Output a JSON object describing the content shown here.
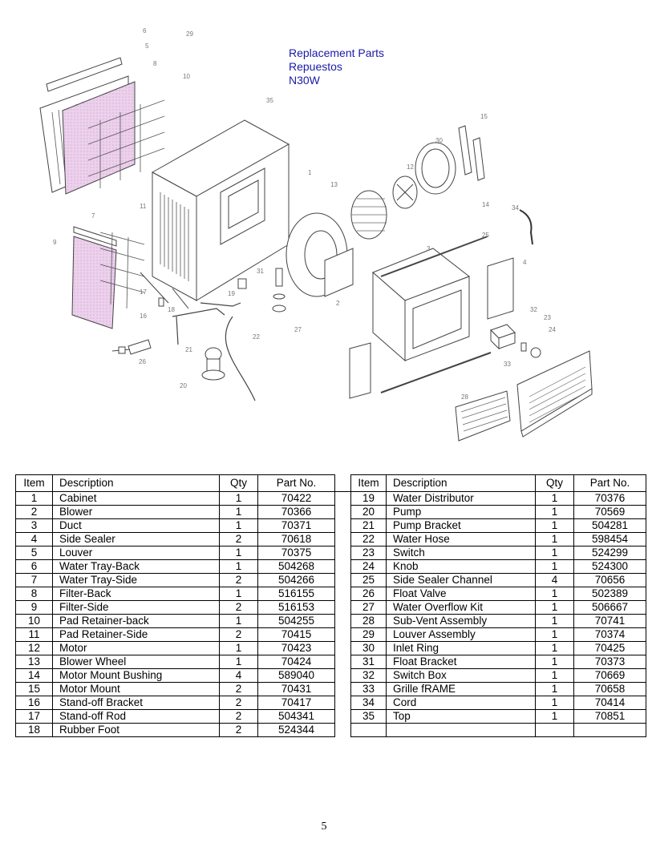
{
  "title": {
    "line1": "Replacement Parts",
    "line2": "Repuestos",
    "line3": "N30W"
  },
  "diagram": {
    "callouts": [
      "6",
      "29",
      "5",
      "8",
      "10",
      "35",
      "1",
      "15",
      "30",
      "12",
      "13",
      "14",
      "34",
      "7",
      "11",
      "3",
      "25",
      "4",
      "9",
      "31",
      "17",
      "19",
      "2",
      "32",
      "23",
      "24",
      "16",
      "18",
      "27",
      "22",
      "21",
      "33",
      "26",
      "20",
      "28"
    ]
  },
  "table": {
    "headers": {
      "item": "Item",
      "description": "Description",
      "qty": "Qty",
      "part_no": "Part No."
    },
    "rows": [
      {
        "left": {
          "item": "1",
          "description": "Cabinet",
          "qty": "1",
          "part_no": "70422"
        },
        "right": {
          "item": "19",
          "description": "Water Distributor",
          "qty": "1",
          "part_no": "70376"
        }
      },
      {
        "left": {
          "item": "2",
          "description": "Blower",
          "qty": "1",
          "part_no": "70366"
        },
        "right": {
          "item": "20",
          "description": "Pump",
          "qty": "1",
          "part_no": "70569"
        }
      },
      {
        "left": {
          "item": "3",
          "description": "Duct",
          "qty": "1",
          "part_no": "70371"
        },
        "right": {
          "item": "21",
          "description": "Pump Bracket",
          "qty": "1",
          "part_no": "504281"
        }
      },
      {
        "left": {
          "item": "4",
          "description": "Side Sealer",
          "qty": "2",
          "part_no": "70618"
        },
        "right": {
          "item": "22",
          "description": "Water Hose",
          "qty": "1",
          "part_no": "598454"
        }
      },
      {
        "left": {
          "item": "5",
          "description": "Louver",
          "qty": "1",
          "part_no": "70375"
        },
        "right": {
          "item": "23",
          "description": "Switch",
          "qty": "1",
          "part_no": "524299"
        }
      },
      {
        "left": {
          "item": "6",
          "description": "Water Tray-Back",
          "qty": "1",
          "part_no": "504268"
        },
        "right": {
          "item": "24",
          "description": "Knob",
          "qty": "1",
          "part_no": "524300"
        }
      },
      {
        "left": {
          "item": "7",
          "description": "Water Tray-Side",
          "qty": "2",
          "part_no": "504266"
        },
        "right": {
          "item": "25",
          "description": "Side Sealer Channel",
          "qty": "4",
          "part_no": "70656"
        }
      },
      {
        "left": {
          "item": "8",
          "description": "Filter-Back",
          "qty": "1",
          "part_no": "516155"
        },
        "right": {
          "item": "26",
          "description": "Float Valve",
          "qty": "1",
          "part_no": "502389"
        }
      },
      {
        "left": {
          "item": "9",
          "description": "Filter-Side",
          "qty": "2",
          "part_no": "516153"
        },
        "right": {
          "item": "27",
          "description": "Water Overflow Kit",
          "qty": "1",
          "part_no": "506667"
        }
      },
      {
        "left": {
          "item": "10",
          "description": "Pad Retainer-back",
          "qty": "1",
          "part_no": "504255"
        },
        "right": {
          "item": "28",
          "description": "Sub-Vent Assembly",
          "qty": "1",
          "part_no": "70741"
        }
      },
      {
        "left": {
          "item": "11",
          "description": "Pad Retainer-Side",
          "qty": "2",
          "part_no": "70415"
        },
        "right": {
          "item": "29",
          "description": "Louver Assembly",
          "qty": "1",
          "part_no": "70374"
        }
      },
      {
        "left": {
          "item": "12",
          "description": "Motor",
          "qty": "1",
          "part_no": "70423"
        },
        "right": {
          "item": "30",
          "description": "Inlet Ring",
          "qty": "1",
          "part_no": "70425"
        }
      },
      {
        "left": {
          "item": "13",
          "description": "Blower Wheel",
          "qty": "1",
          "part_no": "70424"
        },
        "right": {
          "item": "31",
          "description": "Float Bracket",
          "qty": "1",
          "part_no": "70373"
        }
      },
      {
        "left": {
          "item": "14",
          "description": "Motor Mount Bushing",
          "qty": "4",
          "part_no": "589040"
        },
        "right": {
          "item": "32",
          "description": "Switch Box",
          "qty": "1",
          "part_no": "70669"
        }
      },
      {
        "left": {
          "item": "15",
          "description": "Motor Mount",
          "qty": "2",
          "part_no": "70431"
        },
        "right": {
          "item": "33",
          "description": "Grille fRAME",
          "qty": "1",
          "part_no": "70658"
        }
      },
      {
        "left": {
          "item": "16",
          "description": "Stand-off Bracket",
          "qty": "2",
          "part_no": "70417"
        },
        "right": {
          "item": "34",
          "description": "Cord",
          "qty": "1",
          "part_no": "70414"
        }
      },
      {
        "left": {
          "item": "17",
          "description": "Stand-off Rod",
          "qty": "2",
          "part_no": "504341"
        },
        "right": {
          "item": "35",
          "description": "Top",
          "qty": "1",
          "part_no": "70851"
        }
      },
      {
        "left": {
          "item": "18",
          "description": "Rubber Foot",
          "qty": "2",
          "part_no": "524344"
        },
        "right": {
          "item": "",
          "description": "",
          "qty": "",
          "part_no": ""
        }
      }
    ]
  },
  "page_number": "5",
  "colors": {
    "title_blue": "#1a1aa8",
    "callout_gray": "#777777",
    "filter_pink": "#e6c8e6",
    "line": "#444444"
  }
}
